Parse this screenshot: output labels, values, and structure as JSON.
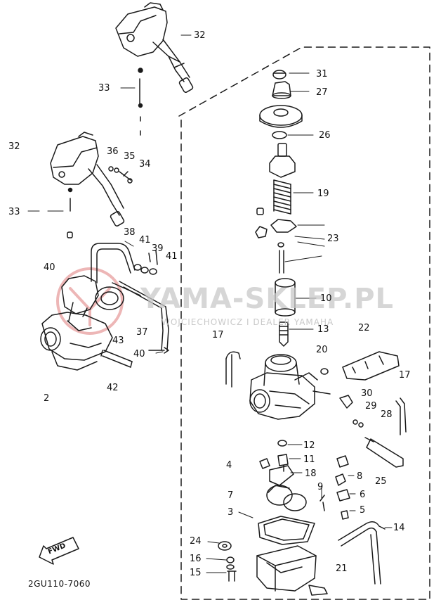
{
  "callouts": [
    {
      "id": "c32a",
      "text": "32"
    },
    {
      "id": "c33a",
      "text": "33"
    },
    {
      "id": "c32b",
      "text": "32"
    },
    {
      "id": "c36",
      "text": "36"
    },
    {
      "id": "c35",
      "text": "35"
    },
    {
      "id": "c34",
      "text": "34"
    },
    {
      "id": "c33b",
      "text": "33"
    },
    {
      "id": "c38",
      "text": "38"
    },
    {
      "id": "c41a",
      "text": "41"
    },
    {
      "id": "c39",
      "text": "39"
    },
    {
      "id": "c41b",
      "text": "41"
    },
    {
      "id": "c40a",
      "text": "40"
    },
    {
      "id": "c37",
      "text": "37"
    },
    {
      "id": "c43",
      "text": "43"
    },
    {
      "id": "c40b",
      "text": "40"
    },
    {
      "id": "c42",
      "text": "42"
    },
    {
      "id": "c2",
      "text": "2"
    },
    {
      "id": "c31",
      "text": "31"
    },
    {
      "id": "c27",
      "text": "27"
    },
    {
      "id": "c26",
      "text": "26"
    },
    {
      "id": "c19",
      "text": "19"
    },
    {
      "id": "c23",
      "text": "23"
    },
    {
      "id": "c10",
      "text": "10"
    },
    {
      "id": "c13",
      "text": "13"
    },
    {
      "id": "c22",
      "text": "22"
    },
    {
      "id": "c17a",
      "text": "17"
    },
    {
      "id": "c20",
      "text": "20"
    },
    {
      "id": "c17b",
      "text": "17"
    },
    {
      "id": "c30",
      "text": "30"
    },
    {
      "id": "c29",
      "text": "29"
    },
    {
      "id": "c28",
      "text": "28"
    },
    {
      "id": "c12",
      "text": "12"
    },
    {
      "id": "c11",
      "text": "11"
    },
    {
      "id": "c4",
      "text": "4"
    },
    {
      "id": "c18",
      "text": "18"
    },
    {
      "id": "c8",
      "text": "8"
    },
    {
      "id": "c25",
      "text": "25"
    },
    {
      "id": "c9",
      "text": "9"
    },
    {
      "id": "c6",
      "text": "6"
    },
    {
      "id": "c7",
      "text": "7"
    },
    {
      "id": "c5",
      "text": "5"
    },
    {
      "id": "c3",
      "text": "3"
    },
    {
      "id": "c14",
      "text": "14"
    },
    {
      "id": "c24",
      "text": "24"
    },
    {
      "id": "c16",
      "text": "16"
    },
    {
      "id": "c15",
      "text": "15"
    },
    {
      "id": "c21",
      "text": "21"
    }
  ],
  "fwd_label": "FWD",
  "diagram_code": "2GU110-7060",
  "watermark": {
    "main": "YAMA-SKLEP.PL",
    "sub": "WOJCIECHOWICZ I DEALER YAMAHA"
  },
  "colors": {
    "line": "#1a1a1a",
    "watermark_text": "#c9c9c9",
    "watermark_logo": "#e9a5a5"
  }
}
